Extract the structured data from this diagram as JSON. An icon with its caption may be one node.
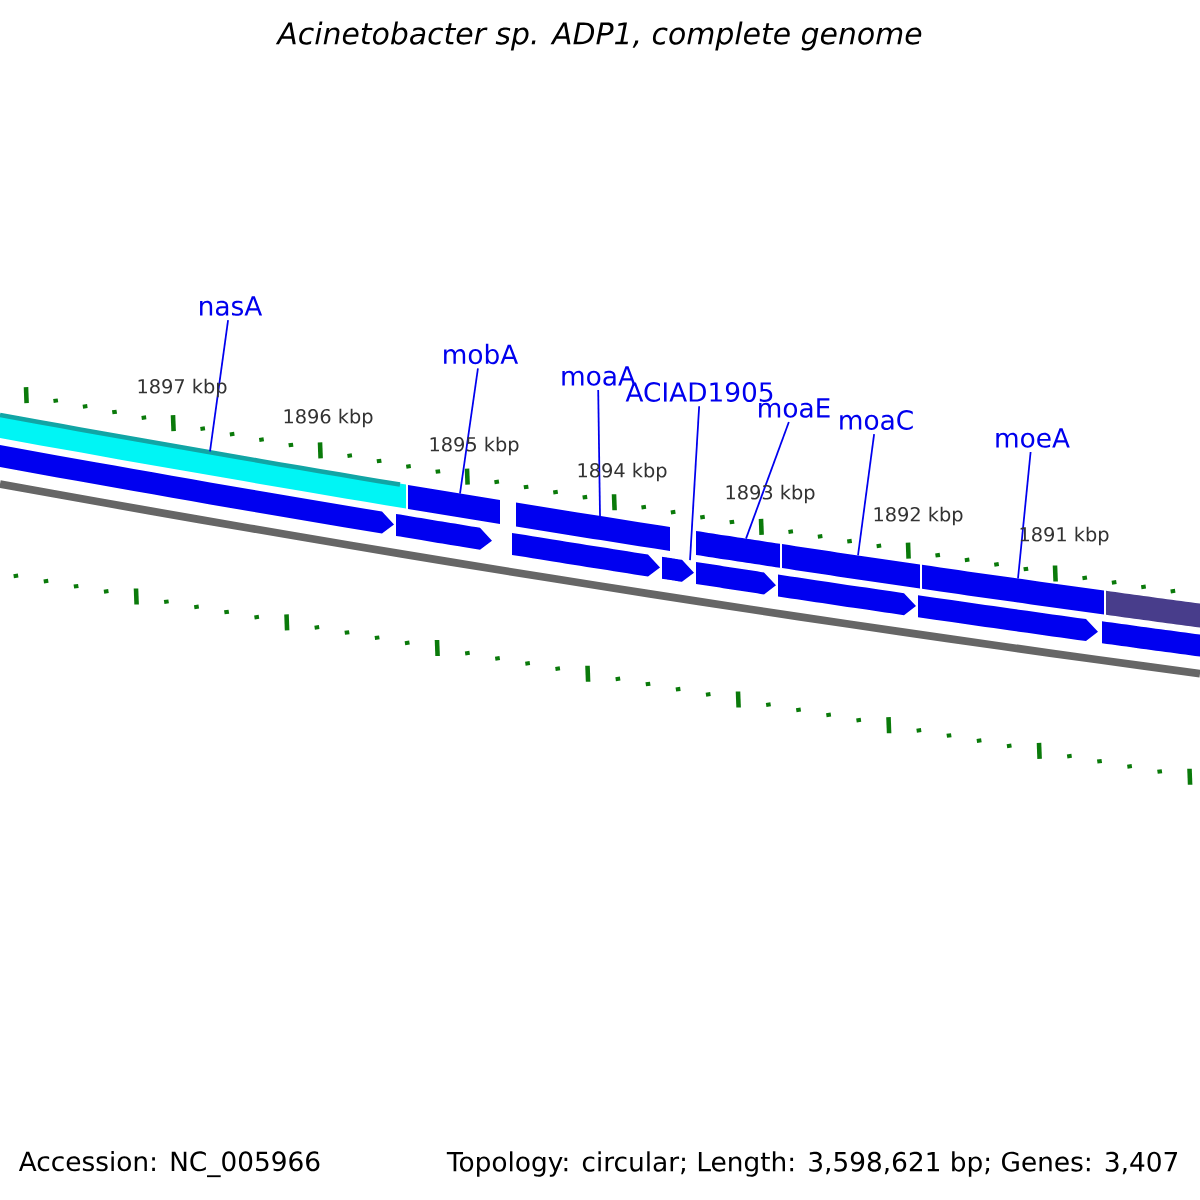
{
  "diagram": {
    "title": "Acinetobacter sp. ADP1, complete genome",
    "nodes": [
      {
        "text": [
          "nasA"
        ]
      },
      {
        "text": [
          "mobA"
        ]
      },
      {
        "text": [
          "moaA"
        ]
      },
      {
        "text": [
          "ACIAD1905"
        ]
      },
      {
        "text": [
          "moaE"
        ]
      },
      {
        "text": [
          "moaC"
        ]
      },
      {
        "text": [
          "moeA"
        ]
      },
      {
        "text": [],
        "shape": "bar"
      },
      {
        "text": [],
        "shape": "bar"
      },
      {
        "text": [],
        "shape": "bar"
      },
      {
        "text": [],
        "shape": "bar"
      },
      {
        "text": [],
        "shape": "bar"
      },
      {
        "text": [],
        "shape": "bar"
      },
      {
        "text": [],
        "shape": "bar"
      },
      {
        "text": [],
        "shape": "pentagon"
      },
      {
        "text": [],
        "shape": "pentagon"
      },
      {
        "text": [],
        "shape": "pentagon"
      },
      {
        "text": [],
        "shape": "pentagon"
      },
      {
        "text": [],
        "shape": "pentagon"
      },
      {
        "text": [],
        "shape": "pentagon"
      },
      {
        "text": [],
        "shape": "pentagon"
      },
      {
        "text": [],
        "shape": "bar"
      }
    ],
    "edges": [
      {
        "from": 0,
        "to": 7,
        "arrow": "none"
      },
      {
        "from": 1,
        "to": 8,
        "arrow": "none"
      },
      {
        "from": 2,
        "to": 9,
        "arrow": "none"
      },
      {
        "from": 3,
        "to": 17,
        "arrow": "none"
      },
      {
        "from": 4,
        "to": 10,
        "arrow": "none"
      },
      {
        "from": 5,
        "to": 11,
        "arrow": "none"
      },
      {
        "from": 6,
        "to": 12,
        "arrow": "none"
      }
    ],
    "labels": [
      "1897 kbp",
      "1896 kbp",
      "1895 kbp",
      "1894 kbp",
      "1893 kbp",
      "1892 kbp",
      "1891 kbp",
      "Accession: NC_005966",
      "Topology: circular; Length: 3,598,621 bp; Genes: 3,407"
    ]
  }
}
